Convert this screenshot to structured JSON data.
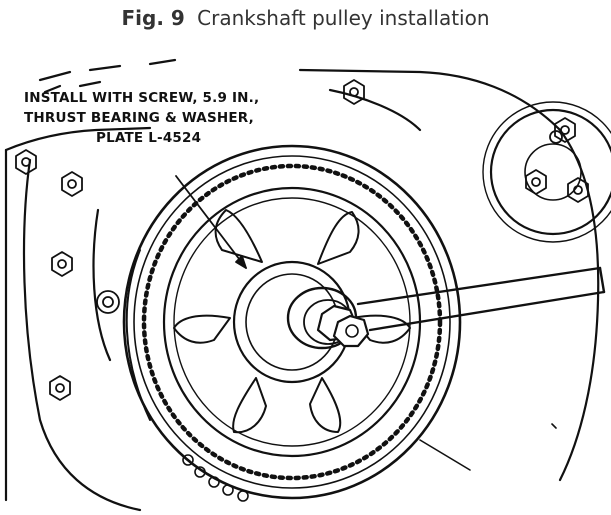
{
  "figure": {
    "number": "Fig. 9",
    "title": "Crankshaft pulley installation"
  },
  "callout": {
    "line1": "INSTALL WITH SCREW, 5.9 IN.,",
    "line2": "THRUST BEARING & WASHER,",
    "line3": "PLATE L-4524"
  },
  "colors": {
    "ink": "#111111",
    "caption": "#333333",
    "background": "#ffffff"
  }
}
